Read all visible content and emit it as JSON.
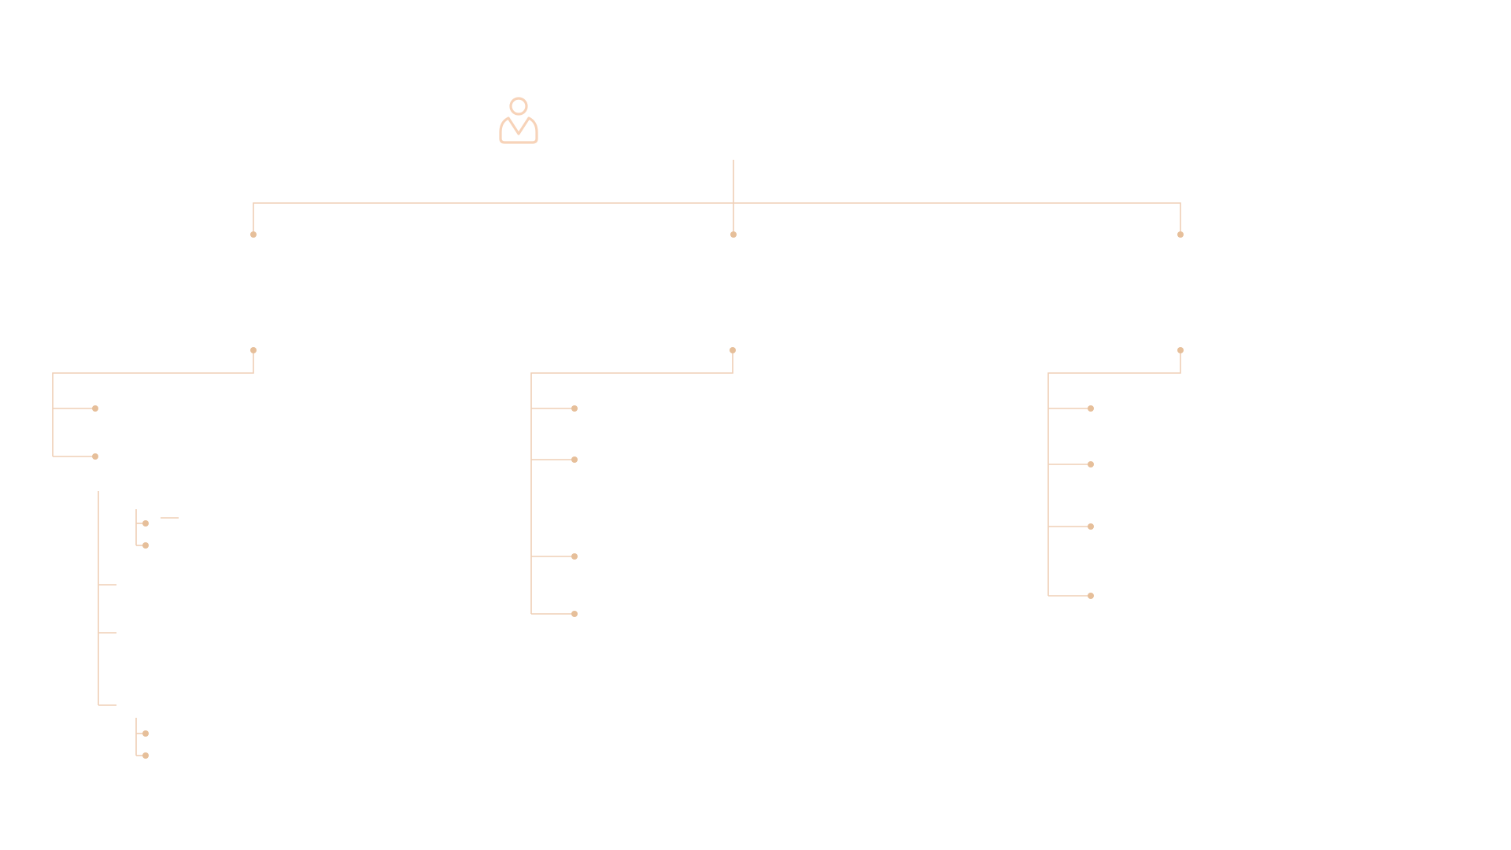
{
  "diagram": {
    "type": "tree",
    "root_icon": "person-icon",
    "branches": [
      {
        "children": 2,
        "subtree_groups": [
          2,
          2
        ]
      },
      {
        "children": 4
      },
      {
        "children": 4
      }
    ]
  },
  "colors": {
    "background": "#ffffff",
    "line": "#efcfb6",
    "node": "#e6bf9a",
    "icon": "#f7d3b9"
  }
}
